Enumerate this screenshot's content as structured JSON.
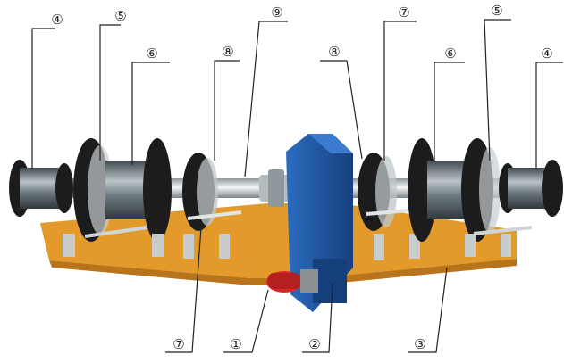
{
  "callouts": {
    "c4_left": "④",
    "c5_left": "⑤",
    "c6_left": "⑥",
    "c8_left": "⑧",
    "c9": "⑨",
    "c8_right": "⑧",
    "c7_top": "⑦",
    "c6_right": "⑥",
    "c5_right": "⑤",
    "c4_right": "④",
    "c7_bottom": "⑦",
    "c1": "①",
    "c2": "②",
    "c3": "③"
  },
  "colors": {
    "base_plate": "#e39a2a",
    "base_shadow": "#b8741a",
    "drum": "#5e6a70",
    "drum_light": "#a9b4b8",
    "flange": "#1c1c1c",
    "gearbox": "#1f5aa8",
    "gearbox_dark": "#143f7a",
    "motor": "#d62a2a",
    "shaft": "#d9dde0",
    "leader": "#222222"
  }
}
